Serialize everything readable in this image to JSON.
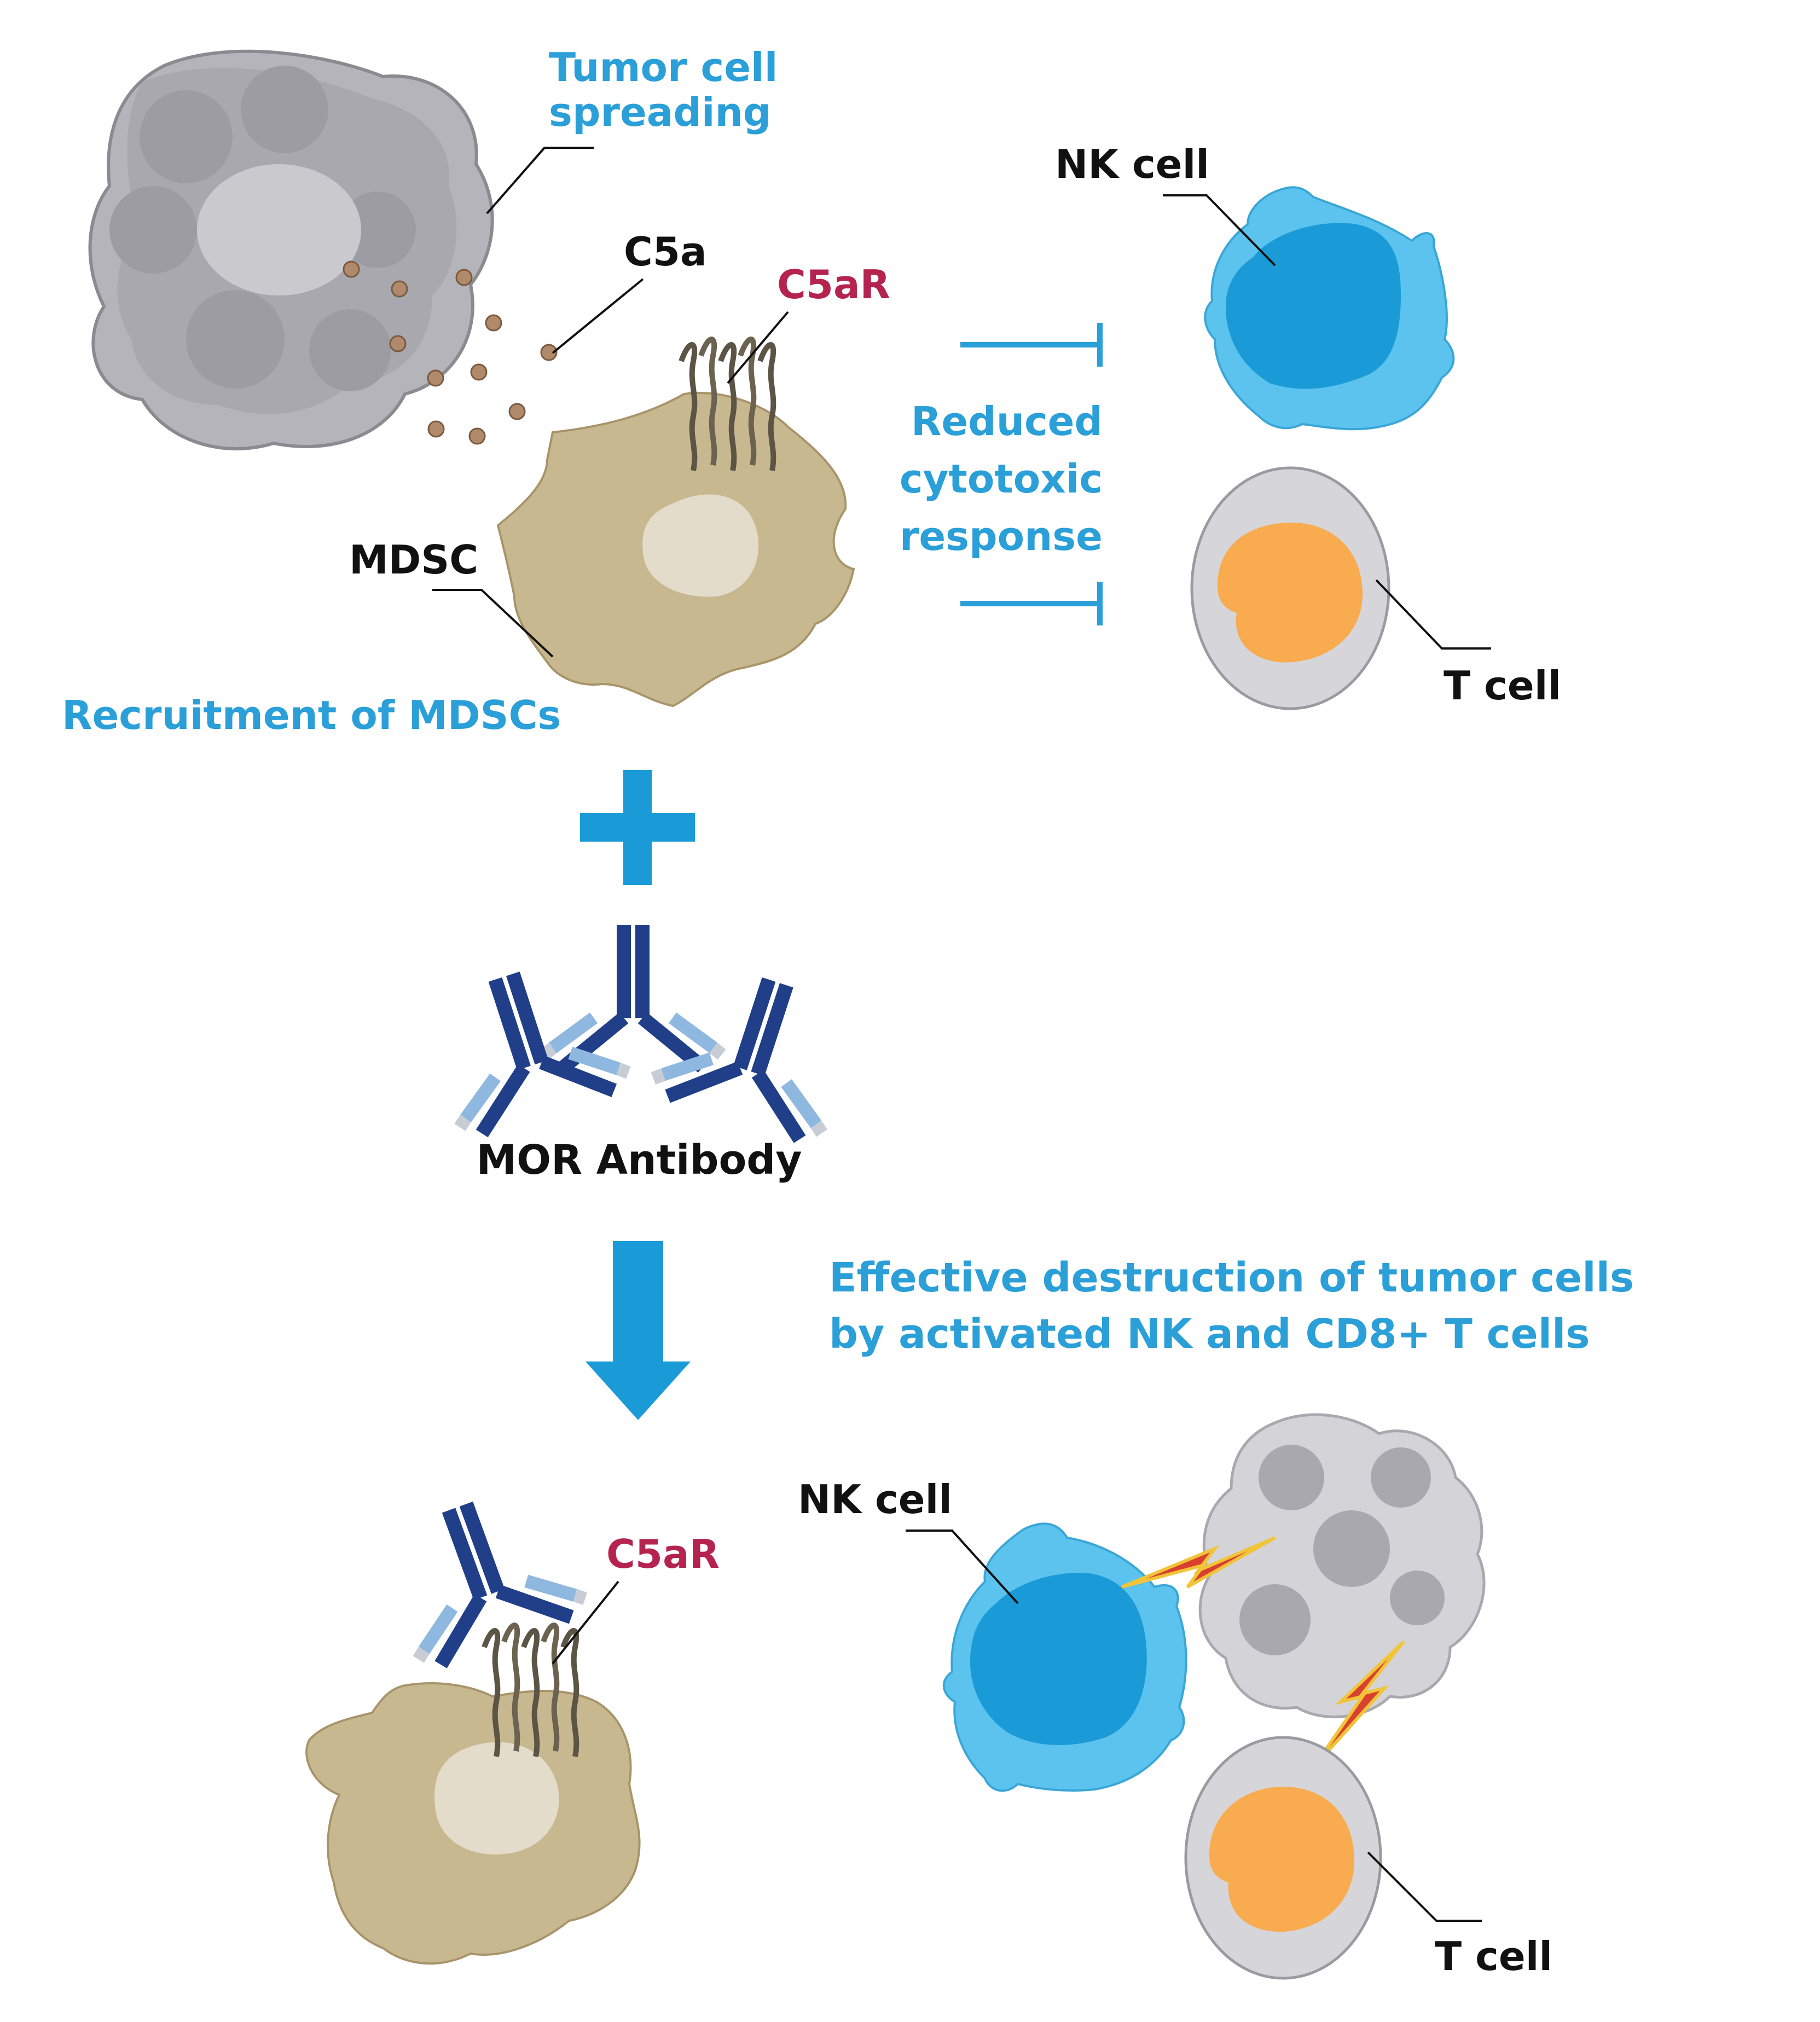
{
  "top": {
    "tumor_label_line1": "Tumor cell",
    "tumor_label_line2": "spreading",
    "c5a_label": "C5a",
    "c5ar_label": "C5aR",
    "mdsc_label": "MDSC",
    "recruitment_label": "Recruitment of MDSCs",
    "inhibition_line1": "Reduced",
    "inhibition_line2": "cytotoxic",
    "inhibition_line3": "response",
    "nk_label": "NK cell",
    "t_label": "T cell"
  },
  "middle": {
    "antibody_label": "MOR Antibody"
  },
  "bottom": {
    "outcome_line1": "Effective destruction of tumor cells",
    "outcome_line2": "by activated NK and CD8+ T cells",
    "c5ar_label": "C5aR",
    "nk_label": "NK cell",
    "t_label": "T cell"
  },
  "colors": {
    "accent_blue": "#2a9fd8",
    "receptor_red": "#b5234f",
    "nk_outer": "#5bc3ee",
    "nk_inner": "#1a9bd7",
    "t_outer": "#d6d6da",
    "t_inner": "#f8ab4f",
    "mdsc_body": "#c8b890",
    "tumor_gray": "#a8a8ae",
    "antibody_heavy": "#203f88",
    "antibody_light": "#8fb8e0",
    "lightning": "#d9412e"
  }
}
